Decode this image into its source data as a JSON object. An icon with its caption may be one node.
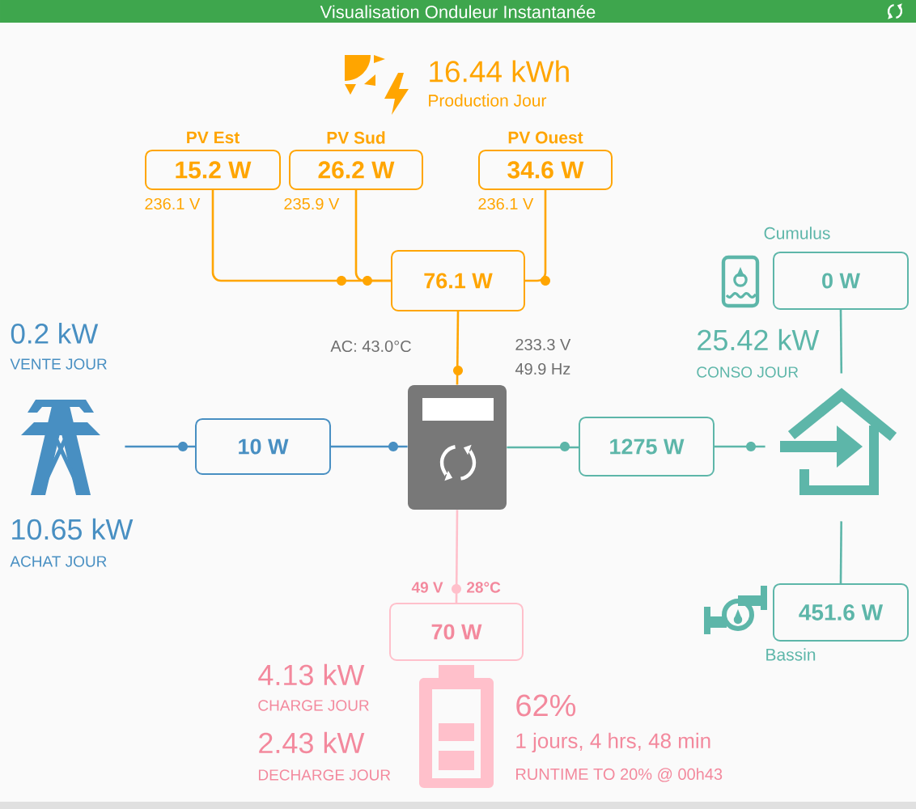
{
  "diagram": {
    "title": "Visualisation Onduleur Instantanée",
    "nodes": [
      {
        "text": [
          "PV Est",
          "15.2 W"
        ],
        "beside": [
          "236.1 V"
        ]
      },
      {
        "text": [
          "PV Sud",
          "26.2 W"
        ],
        "beside": [
          "235.9 V"
        ]
      },
      {
        "text": [
          "PV Ouest",
          "34.6 W"
        ],
        "beside": [
          "236.1 V"
        ]
      },
      {
        "text": [
          "76.1 W"
        ]
      },
      {
        "text": [
          "Cumulus",
          "0 W"
        ]
      },
      {
        "text": [],
        "shape": "picture",
        "beside": [
          "0.2 kW",
          "VENTE JOUR",
          "10.65 kW",
          "ACHAT JOUR"
        ]
      },
      {
        "text": [
          "10 W"
        ]
      },
      {
        "text": [],
        "shape": "picture",
        "beside": [
          "AC: 43.0°C",
          "233.3 V",
          "49.9 Hz"
        ]
      },
      {
        "text": [
          "1275 W"
        ]
      },
      {
        "text": [],
        "shape": "picture",
        "beside": [
          "25.42 kW",
          "CONSO JOUR"
        ]
      },
      {
        "text": [
          "451.6 W",
          "Bassin"
        ]
      },
      {
        "text": [
          "70 W"
        ],
        "beside": [
          "49 V",
          "28°C"
        ]
      },
      {
        "text": [],
        "shape": "picture",
        "beside": [
          "4.13 kW",
          "CHARGE JOUR",
          "2.43 kW",
          "DECHARGE JOUR",
          "62%",
          "1 jours, 4 hrs, 48 min",
          "RUNTIME TO 20% @ 00h43"
        ]
      }
    ],
    "edges": [
      {
        "from": 0,
        "to": 3,
        "arrow": "none",
        "color": "#ffa500"
      },
      {
        "from": 1,
        "to": 3,
        "arrow": "none",
        "color": "#ffa500"
      },
      {
        "from": 2,
        "to": 3,
        "arrow": "none",
        "color": "#ffa500"
      },
      {
        "from": 3,
        "to": 7,
        "arrow": "none",
        "color": "#ffa500"
      },
      {
        "from": 5,
        "to": 6,
        "arrow": "none",
        "color": "#488fc2"
      },
      {
        "from": 6,
        "to": 7,
        "arrow": "none",
        "color": "#488fc2"
      },
      {
        "from": 7,
        "to": 8,
        "arrow": "none",
        "color": "#5db6a9"
      },
      {
        "from": 8,
        "to": 9,
        "arrow": "none",
        "color": "#5db6a9"
      },
      {
        "from": 9,
        "to": 4,
        "arrow": "none",
        "color": "#5db6a9"
      },
      {
        "from": 9,
        "to": 10,
        "arrow": "none",
        "color": "#5db6a9"
      },
      {
        "from": 7,
        "to": 11,
        "arrow": "none",
        "color": "#ffc0cb"
      }
    ],
    "labels": [
      "16.44 kWh",
      "Production Jour"
    ]
  }
}
